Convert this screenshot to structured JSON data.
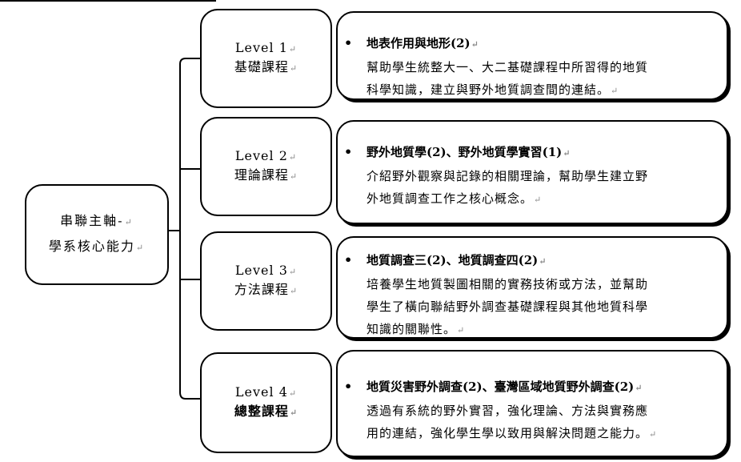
{
  "root": {
    "line1": "串聯主軸-",
    "line2": "學系核心能力"
  },
  "para_mark": "↵",
  "levels": [
    {
      "level": "Level 1",
      "name": "基礎課程",
      "course": "地表作用與地形(2)",
      "desc_lines": [
        "幫助學生統整大一、大二基礎課程中所習得的地質",
        "科學知識，建立與野外地質調查間的連結。"
      ]
    },
    {
      "level": "Level 2",
      "name": "理論課程",
      "course": "野外地質學(2)、野外地質學實習(1)",
      "desc_lines": [
        "介紹野外觀察與記錄的相關理論，幫助學生建立野",
        "外地質調查工作之核心概念。"
      ]
    },
    {
      "level": "Level 3",
      "name": "方法課程",
      "course": "地質調查三(2)、地質調查四(2)",
      "desc_lines": [
        "培養學生地質製圖相關的實務技術或方法，並幫助",
        "學生了橫向聯結野外調查基礎課程與其他地質科學",
        "知識的關聯性。"
      ]
    },
    {
      "level": "Level 4",
      "name": "總整課程",
      "course": "地質災害野外調查(2)、臺灣區域地質野外調查(2)",
      "desc_lines": [
        "透過有系統的野外實習，強化理論、方法與實務應",
        "用的連結，強化學生學以致用與解決問題之能力。"
      ]
    }
  ]
}
